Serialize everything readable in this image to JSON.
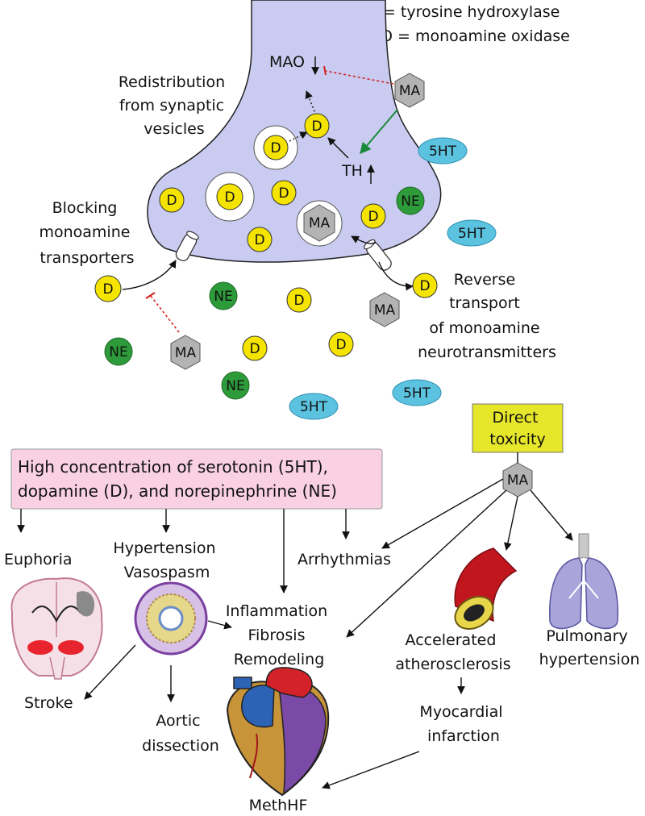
{
  "legend": {
    "th": "TH = tyrosine hydroxylase",
    "mao": "MAO = monoamine oxidase"
  },
  "neuron": {
    "mao_label": "MAO",
    "th_label": "TH",
    "redistribution": [
      "Redistribution",
      "from synaptic",
      "vesicles"
    ],
    "blocking": [
      "Blocking",
      "monoamine",
      "transporters"
    ],
    "reverse": [
      "Reverse",
      "transport",
      "of monoamine",
      "neurotransmitters"
    ]
  },
  "molecules": {
    "d": "D",
    "ne": "NE",
    "ma": "MA",
    "ht": "5HT"
  },
  "effects": {
    "concentration_box": [
      "High concentration of serotonin (5HT),",
      "dopamine (D), and norepinephrine (NE)"
    ],
    "direct_toxicity": [
      "Direct",
      "toxicity"
    ],
    "euphoria": "Euphoria",
    "hypertension": [
      "Hypertension",
      "Vasospasm"
    ],
    "arrhythmias": "Arrhythmias",
    "inflammation": [
      "Inflammation",
      "Fibrosis",
      "Remodeling"
    ],
    "atherosclerosis": [
      "Accelerated",
      "atherosclerosis"
    ],
    "pulmonary": [
      "Pulmonary",
      "hypertension"
    ],
    "stroke": "Stroke",
    "aortic": [
      "Aortic",
      "dissection"
    ],
    "myocardial": [
      "Myocardial",
      "infarction"
    ],
    "methhf": "MethHF"
  },
  "colors": {
    "neuron_fill": "#c9cbf0",
    "dopamine": "#f5e400",
    "norepinephrine": "#2e9b3a",
    "serotonin": "#5bc3e0",
    "ma": "#b3b3b3",
    "box_pink": "#f9d1e3",
    "box_yellow": "#e6e62a",
    "inhibit_red": "#d42020",
    "green_arrow": "#1a8a3a"
  }
}
